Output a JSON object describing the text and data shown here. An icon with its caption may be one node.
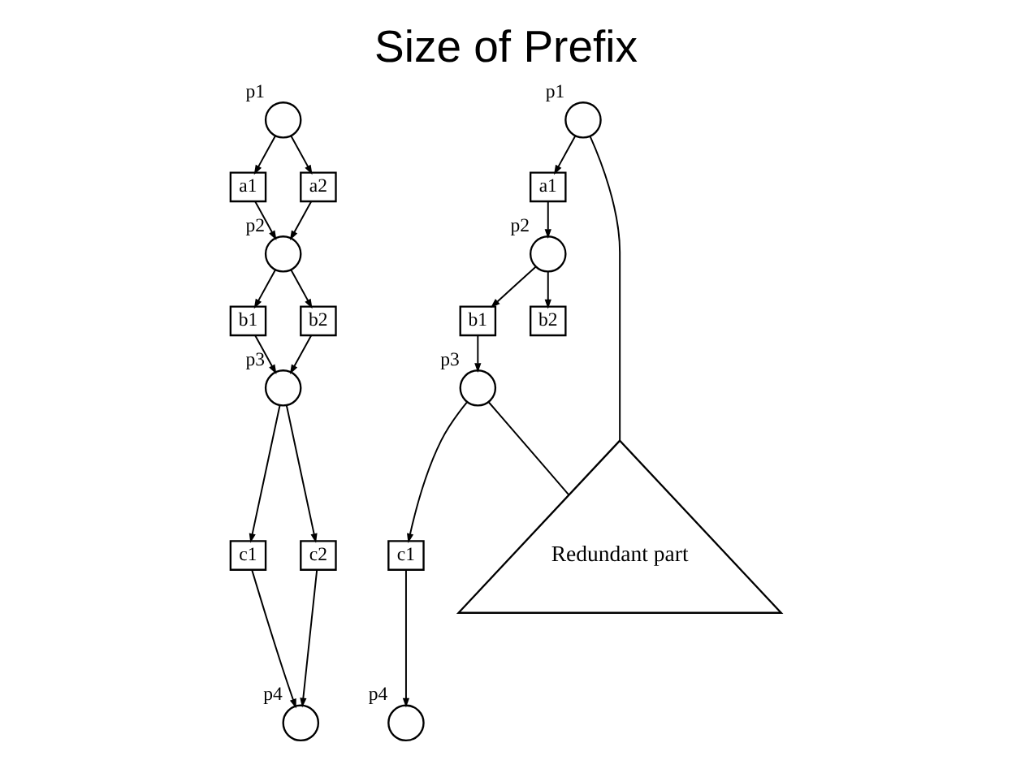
{
  "diagram": {
    "title": "Size of Prefix",
    "nodes": [
      {
        "text": [],
        "shape": "circle",
        "beside": [
          "p1"
        ]
      },
      {
        "text": [
          "a1"
        ]
      },
      {
        "text": [
          "a2"
        ]
      },
      {
        "text": [],
        "shape": "circle",
        "beside": [
          "p2"
        ]
      },
      {
        "text": [
          "b1"
        ]
      },
      {
        "text": [
          "b2"
        ]
      },
      {
        "text": [],
        "shape": "circle",
        "beside": [
          "p3"
        ]
      },
      {
        "text": [
          "c1"
        ]
      },
      {
        "text": [
          "c2"
        ]
      },
      {
        "text": [],
        "shape": "circle",
        "beside": [
          "p4"
        ]
      },
      {
        "text": [],
        "shape": "circle",
        "beside": [
          "p1"
        ]
      },
      {
        "text": [
          "a1"
        ]
      },
      {
        "text": [],
        "shape": "circle",
        "beside": [
          "p2"
        ]
      },
      {
        "text": [
          "b1"
        ]
      },
      {
        "text": [
          "b2"
        ]
      },
      {
        "text": [],
        "shape": "circle",
        "beside": [
          "p3"
        ]
      },
      {
        "text": [
          "c1"
        ]
      },
      {
        "text": [],
        "shape": "circle",
        "beside": [
          "p4"
        ]
      },
      {
        "text": [
          "Redundant part"
        ]
      }
    ],
    "edges": [
      {
        "from": 0,
        "to": 1,
        "arrow": "to"
      },
      {
        "from": 0,
        "to": 2,
        "arrow": "to"
      },
      {
        "from": 1,
        "to": 3,
        "arrow": "to"
      },
      {
        "from": 2,
        "to": 3,
        "arrow": "to"
      },
      {
        "from": 3,
        "to": 4,
        "arrow": "to"
      },
      {
        "from": 3,
        "to": 5,
        "arrow": "to"
      },
      {
        "from": 4,
        "to": 6,
        "arrow": "to"
      },
      {
        "from": 5,
        "to": 6,
        "arrow": "to"
      },
      {
        "from": 6,
        "to": 7,
        "arrow": "to"
      },
      {
        "from": 6,
        "to": 8,
        "arrow": "to"
      },
      {
        "from": 7,
        "to": 9,
        "arrow": "to"
      },
      {
        "from": 8,
        "to": 9,
        "arrow": "to"
      },
      {
        "from": 10,
        "to": 11,
        "arrow": "to"
      },
      {
        "from": 10,
        "to": 18,
        "arrow": "none"
      },
      {
        "from": 11,
        "to": 12,
        "arrow": "to"
      },
      {
        "from": 12,
        "to": 13,
        "arrow": "to"
      },
      {
        "from": 12,
        "to": 14,
        "arrow": "to"
      },
      {
        "from": 13,
        "to": 15,
        "arrow": "to"
      },
      {
        "from": 15,
        "to": 16,
        "arrow": "to"
      },
      {
        "from": 15,
        "to": 18,
        "arrow": "none"
      },
      {
        "from": 16,
        "to": 17,
        "arrow": "to"
      }
    ]
  }
}
